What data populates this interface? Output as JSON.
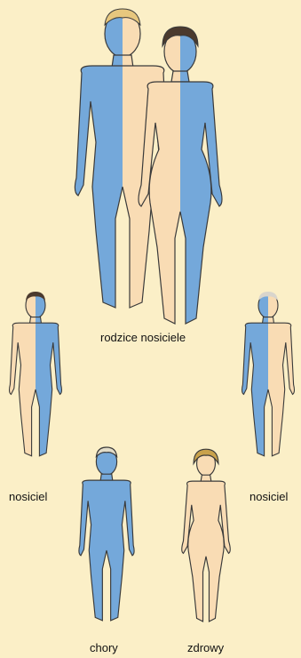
{
  "labels": {
    "parents": "rodzice nosiciele",
    "carrier_left": "nosiciel",
    "carrier_right": "nosiciel",
    "affected": "chory",
    "healthy": "zdrowy"
  },
  "colors": {
    "background": "#FBEFC7",
    "affected_blue": "#74A8DA",
    "healthy_skin": "#F9DCB4",
    "outline": "#3A3A3A",
    "hair_blond": "#E7C77E",
    "hair_dark": "#4B3A2E"
  }
}
